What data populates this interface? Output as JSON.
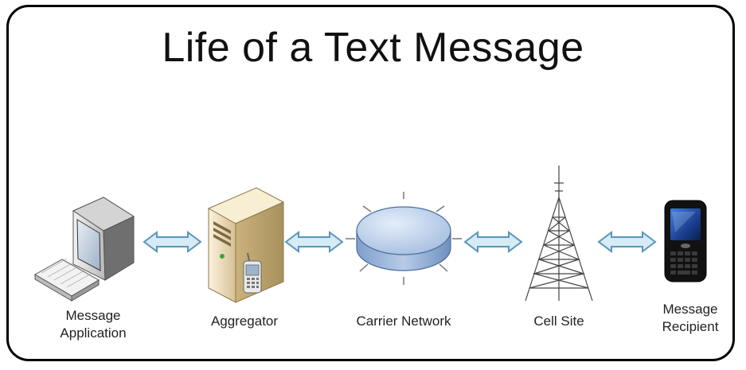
{
  "title": "Life of a Text Message",
  "nodes": [
    {
      "id": "message-application",
      "label_lines": [
        "Message",
        "Application"
      ],
      "icon": "computer-icon"
    },
    {
      "id": "aggregator",
      "label_lines": [
        "Aggregator"
      ],
      "icon": "server-icon"
    },
    {
      "id": "carrier-network",
      "label_lines": [
        "Carrier Network"
      ],
      "icon": "network-disc-icon"
    },
    {
      "id": "cell-site",
      "label_lines": [
        "Cell Site"
      ],
      "icon": "cell-tower-icon"
    },
    {
      "id": "message-recipient",
      "label_lines": [
        "Message",
        "Recipient"
      ],
      "icon": "smartphone-icon"
    }
  ],
  "connectors": [
    {
      "from": "message-application",
      "to": "aggregator",
      "direction": "bidirectional"
    },
    {
      "from": "aggregator",
      "to": "carrier-network",
      "direction": "bidirectional"
    },
    {
      "from": "carrier-network",
      "to": "cell-site",
      "direction": "bidirectional"
    },
    {
      "from": "cell-site",
      "to": "message-recipient",
      "direction": "bidirectional"
    }
  ],
  "colors": {
    "arrow_fill": "#d6ebf5",
    "arrow_stroke": "#5a96b8",
    "disc_fill": "#a9c3e6",
    "disc_stroke": "#4b6e9e"
  }
}
